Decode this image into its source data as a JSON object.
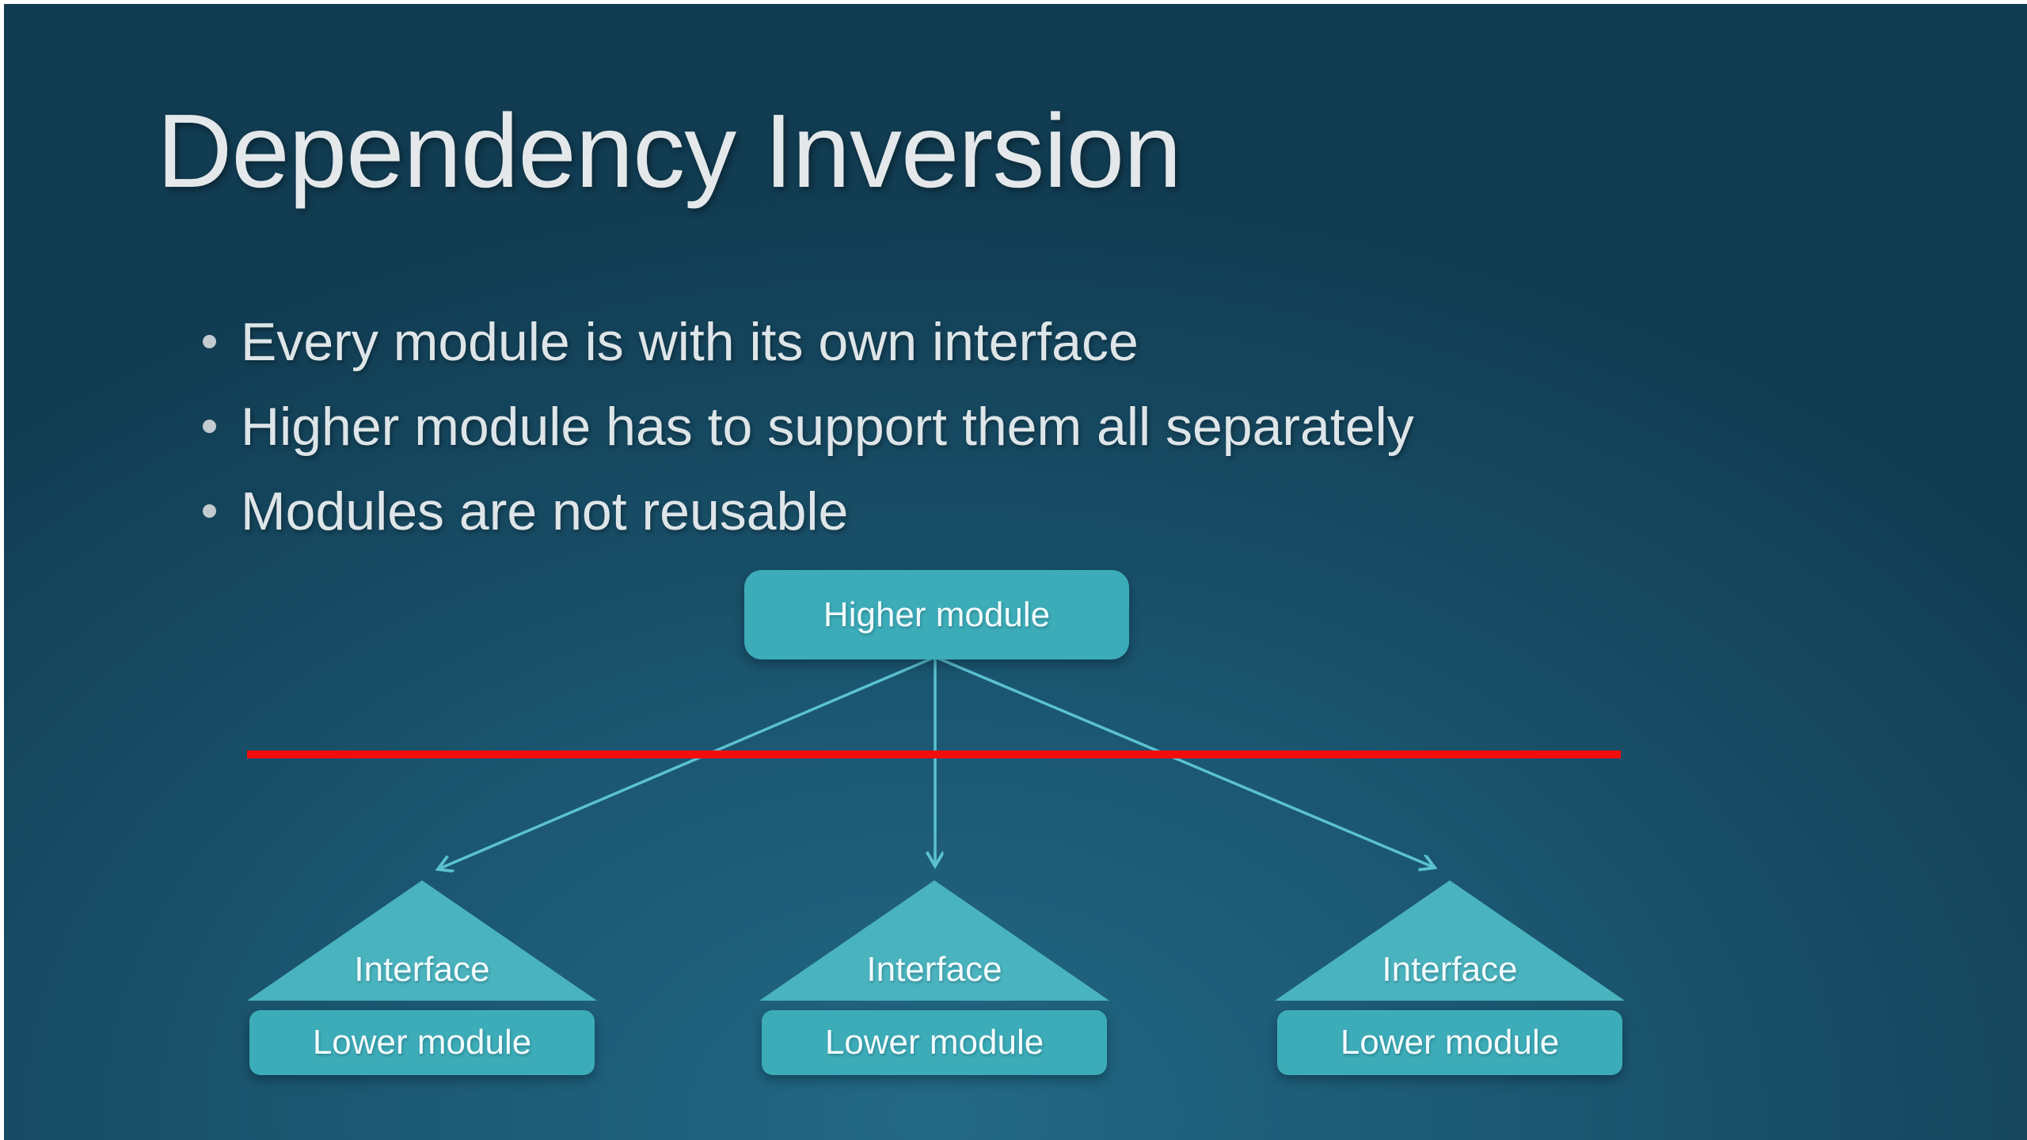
{
  "slide": {
    "title": "Dependency Inversion",
    "bullets": [
      "Every module is with its own interface",
      "Higher module has to support them all separately",
      "Modules are not reusable"
    ],
    "diagram": {
      "higher_module": "Higher module",
      "groups": [
        {
          "interface": "Interface",
          "lower_module": "Lower module"
        },
        {
          "interface": "Interface",
          "lower_module": "Lower module"
        },
        {
          "interface": "Interface",
          "lower_module": "Lower module"
        }
      ]
    }
  },
  "colors": {
    "background_center": "#226885",
    "background_mid": "#1B5670",
    "background_edge": "#113C52",
    "frame_border": "#FFFFFF",
    "title_text": "#E4E8EA",
    "body_text": "#DEE5E8",
    "bullet_dot": "#C2CBD0",
    "shape_fill": "#3CACB8",
    "triangle_fill": "#49B3BE",
    "shape_text": "#F2FBFC",
    "connector": "#5BC2D0",
    "red_line": "#F20D0D"
  }
}
